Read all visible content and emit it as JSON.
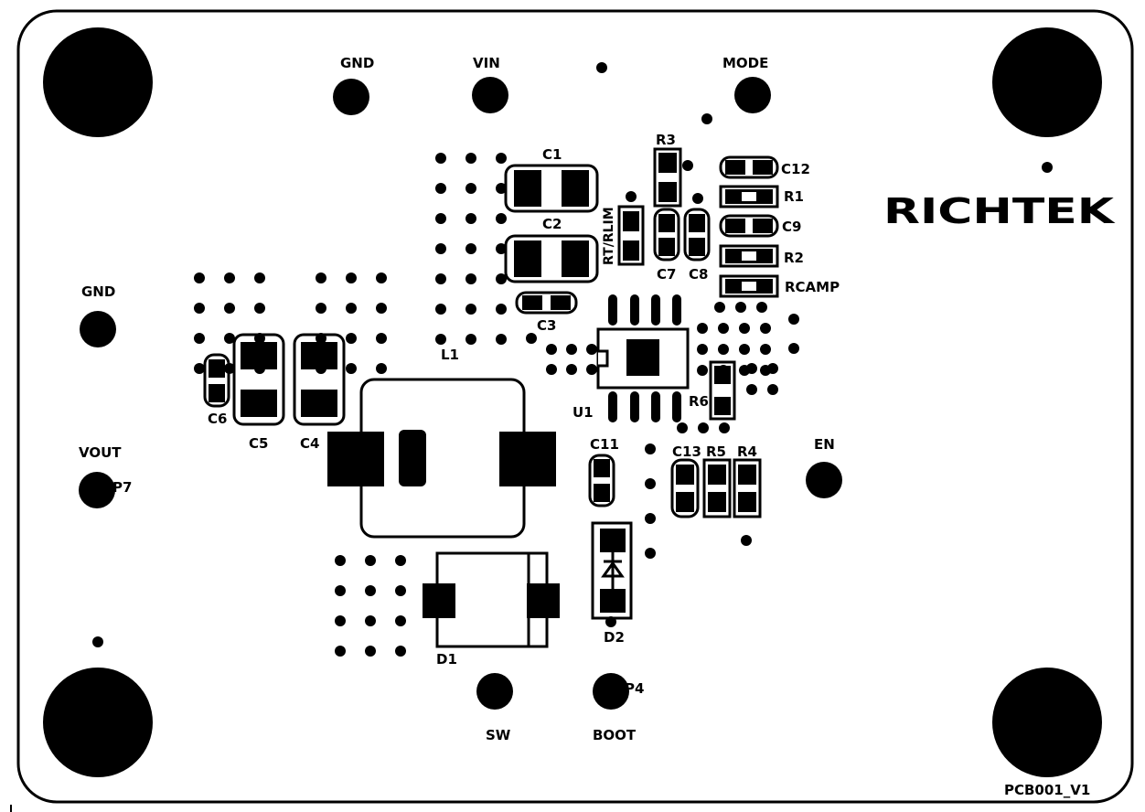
{
  "board": {
    "logo_text": "RICHTEK",
    "board_id": "PCB001_V1"
  },
  "test_points": {
    "gnd_top": "GND",
    "vin": "VIN",
    "mode": "MODE",
    "gnd_left": "GND",
    "vout": "VOUT",
    "tp7": "P7",
    "en": "EN",
    "sw": "SW",
    "boot": "BOOT",
    "tp4": "P4"
  },
  "refdes": {
    "c1": "C1",
    "c2": "C2",
    "c3": "C3",
    "c4": "C4",
    "c5": "C5",
    "c6": "C6",
    "c7": "C7",
    "c8": "C8",
    "c9": "C9",
    "c11": "C11",
    "c12": "C12",
    "c13": "C13",
    "r1": "R1",
    "r2": "R2",
    "r3": "R3",
    "r4": "R4",
    "r5": "R5",
    "r6": "R6",
    "rcamp": "RCAMP",
    "rt_rlim": "RT/RLIM",
    "l1": "L1",
    "u1": "U1",
    "d1": "D1",
    "d2": "D2"
  }
}
